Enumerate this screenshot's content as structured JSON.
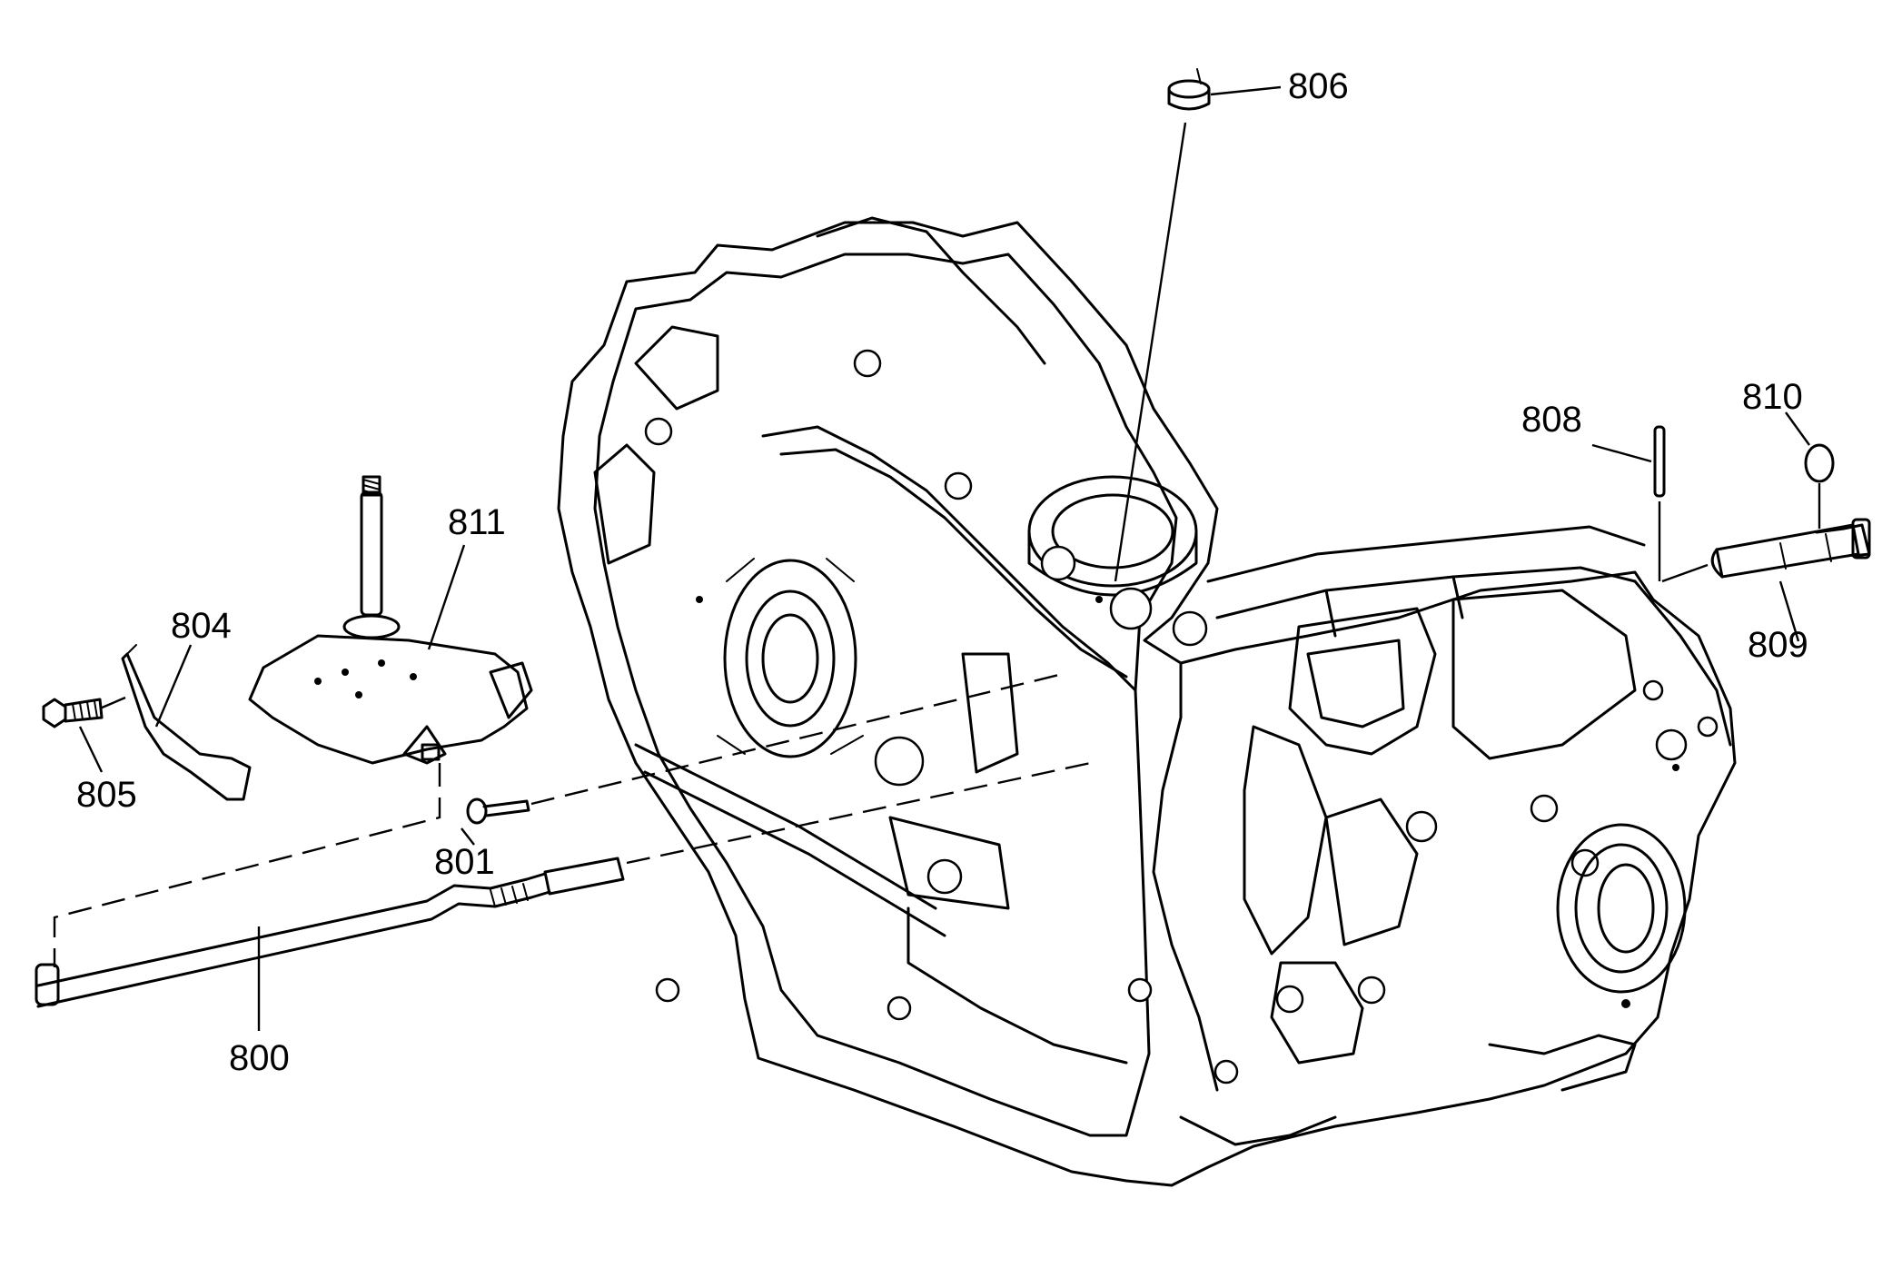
{
  "callouts": {
    "c800": "800",
    "c801": "801",
    "c804": "804",
    "c805": "805",
    "c806": "806",
    "c808": "808",
    "c809": "809",
    "c810": "810",
    "c811": "811"
  },
  "colors": {
    "line": "#000000",
    "background": "#ffffff"
  }
}
